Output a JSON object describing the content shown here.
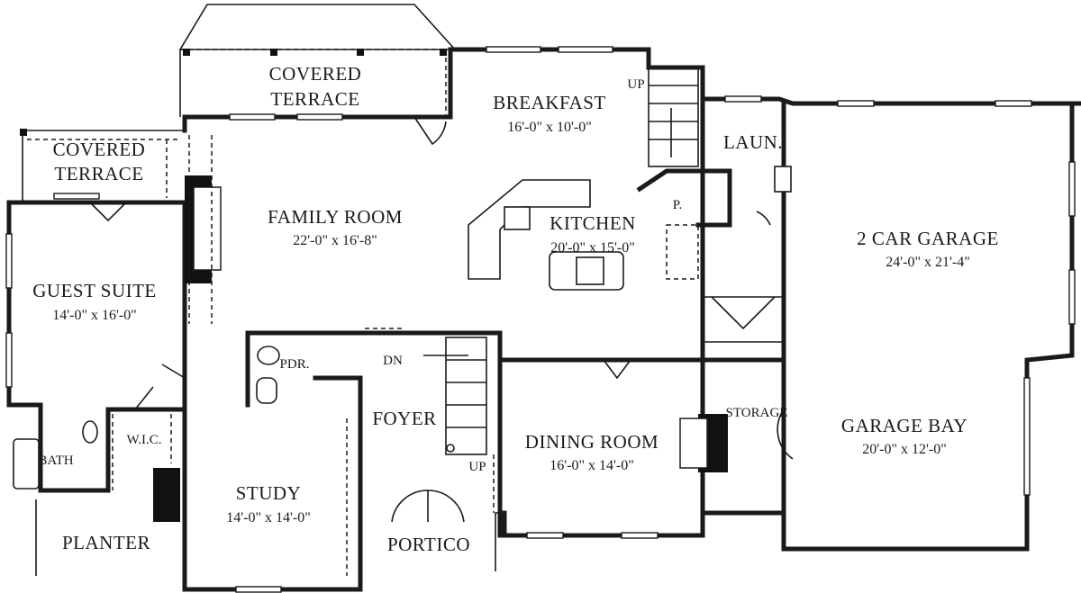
{
  "rooms": {
    "covered_terrace_top": {
      "line1": "COVERED",
      "line2": "TERRACE"
    },
    "covered_terrace_left": {
      "line1": "COVERED",
      "line2": "TERRACE"
    },
    "breakfast": {
      "name": "BREAKFAST",
      "dims": "16'-0\" x 10'-0\""
    },
    "family_room": {
      "name": "FAMILY ROOM",
      "dims": "22'-0\" x 16'-8\""
    },
    "kitchen": {
      "name": "KITCHEN",
      "dims": "20'-0\" x 15'-0\""
    },
    "laundry": {
      "name": "LAUN."
    },
    "pantry": {
      "name": "P."
    },
    "garage": {
      "name": "2 CAR GARAGE",
      "dims": "24'-0\" x 21'-4\""
    },
    "guest_suite": {
      "name": "GUEST SUITE",
      "dims": "14'-0\" x 16'-0\""
    },
    "powder": {
      "name": "PDR."
    },
    "foyer": {
      "name": "FOYER"
    },
    "dining_room": {
      "name": "DINING ROOM",
      "dims": "16'-0\" x 14'-0\""
    },
    "storage": {
      "name": "STORAGE"
    },
    "garage_bay": {
      "name": "GARAGE BAY",
      "dims": "20'-0\" x 12'-0\""
    },
    "bath": {
      "name": "BATH"
    },
    "wic": {
      "name": "W.I.C."
    },
    "study": {
      "name": "STUDY",
      "dims": "14'-0\" x 14'-0\""
    },
    "planter": {
      "name": "PLANTER"
    },
    "portico": {
      "name": "PORTICO"
    }
  },
  "stairs": {
    "up_top": "UP",
    "down": "DN",
    "up_foyer": "UP"
  }
}
